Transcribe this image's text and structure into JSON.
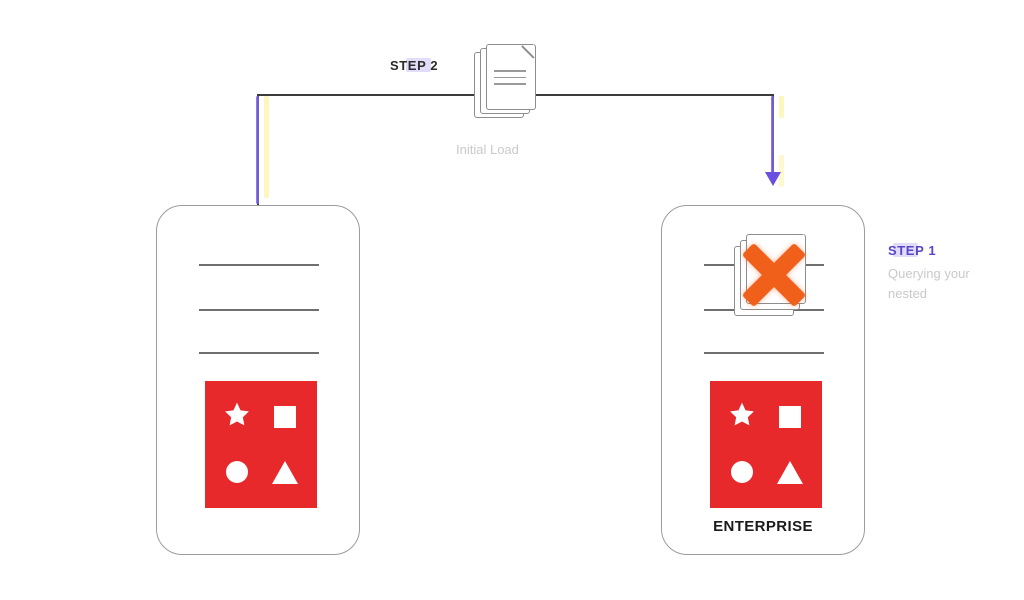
{
  "diagram": {
    "title": "Data sync flow diagram",
    "background_color": "#ffffff"
  },
  "steps": [
    {
      "id": "step-2",
      "label": "STEP 2",
      "caption": "Initial Load",
      "highlight_color": "#c9bff3",
      "icon": "document-stack-icon"
    },
    {
      "id": "step-1",
      "label": "STEP 1",
      "caption_line1": "Querying your",
      "caption_line2": "nested",
      "label_color": "#5b45c7"
    }
  ],
  "connector": {
    "line_color": "#3c3c3c",
    "accent_purple": "#7a63e8",
    "accent_yellow": "#fdf6bd",
    "arrow_color": "#6B4FE0",
    "arrow_direction": "down"
  },
  "cards": [
    {
      "id": "source-card",
      "rows": [
        "",
        "",
        ""
      ],
      "logo": {
        "background_color": "#E8292C",
        "shapes": [
          "star",
          "square",
          "circle",
          "triangle"
        ]
      },
      "caption": "",
      "overlay": null
    },
    {
      "id": "enterprise-card",
      "rows": [
        "",
        ""
      ],
      "logo": {
        "background_color": "#E8292C",
        "shapes": [
          "star",
          "square",
          "circle",
          "triangle"
        ]
      },
      "caption": "ENTERPRISE",
      "overlay": {
        "icon": "document-stack-icon",
        "mark": "x-mark",
        "mark_color": "#F1601B"
      }
    }
  ]
}
